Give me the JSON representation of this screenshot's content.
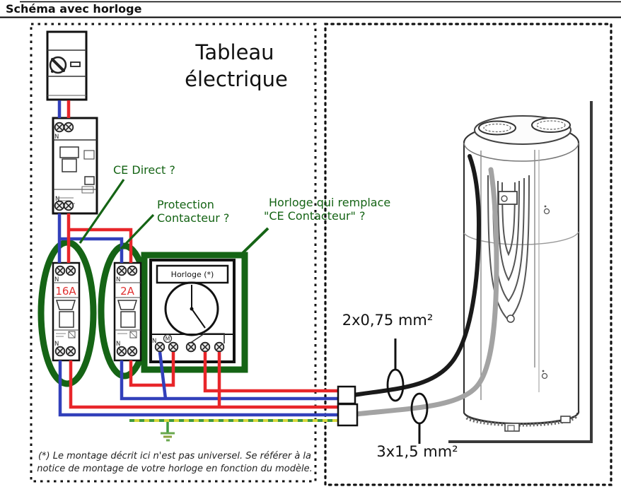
{
  "title": "Schéma avec horloge",
  "panel": {
    "title_line1": "Tableau",
    "title_line2": "électrique"
  },
  "annotations": {
    "ce_direct": "CE Direct ?",
    "protection_line1": "Protection",
    "protection_line2": "Contacteur ?",
    "horloge_line1": "Horloge qui remplace",
    "horloge_line2": "\"CE Contacteur\" ?"
  },
  "devices": {
    "breaker16_label": "16A",
    "breaker2_label": "2A",
    "neutral_label": "N",
    "clock_title": "Horloge (*)",
    "clock_terminal_n": "N",
    "clock_motor": "M"
  },
  "cables": {
    "control": "2x0,75 mm²",
    "power": "3x1,5 mm²"
  },
  "footnote": {
    "line1": "(*) Le montage décrit ici n'est pas universel. Se référer à la",
    "line2": "notice de montage de votre horloge en fonction du modèle."
  },
  "colors": {
    "annotation_green": "#156415",
    "wire_red": "#e8262a",
    "wire_blue": "#3240bb",
    "earth_green": "#3f9b3f",
    "earth_yellow": "#d6d639",
    "cable_black": "#1a1a1a",
    "cable_gray": "#a3a3a3",
    "breaker_rating_red": "#e03030",
    "ink": "#111111"
  }
}
